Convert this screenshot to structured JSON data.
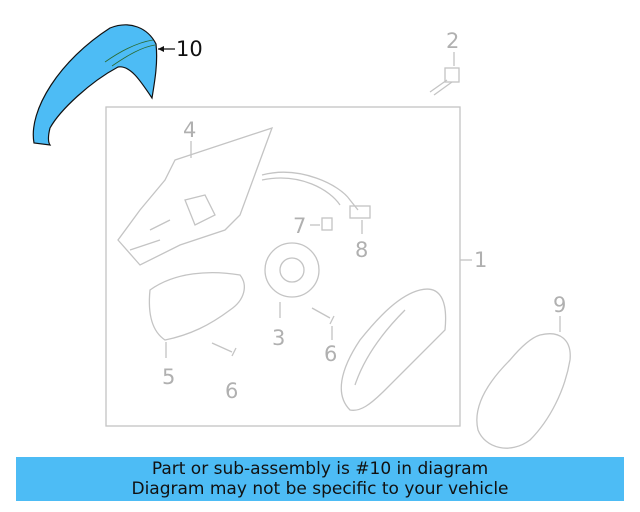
{
  "diagram": {
    "highlight_color": "#4dbcf5",
    "callouts": {
      "c10": "10",
      "c2": "2",
      "c4": "4",
      "c1": "1",
      "c7": "7",
      "c8": "8",
      "c3": "3",
      "c6a": "6",
      "c5": "5",
      "c6b": "6",
      "c9": "9"
    }
  },
  "banner": {
    "line1": "Part or sub-assembly is #10 in diagram",
    "line2": "Diagram may not be specific to your vehicle"
  }
}
